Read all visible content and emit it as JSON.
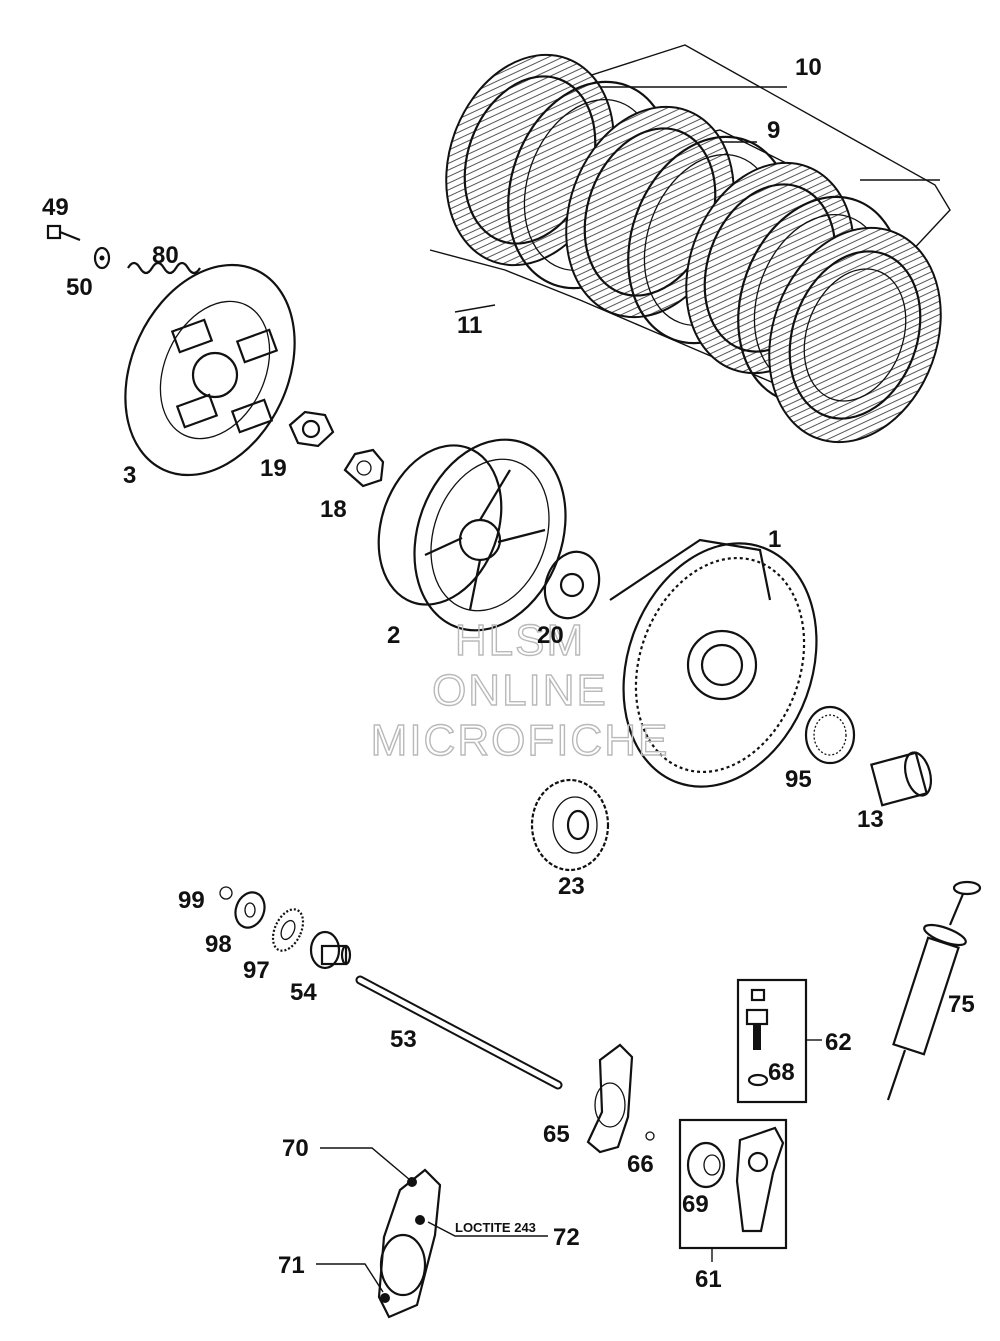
{
  "callouts": {
    "p10": "10",
    "p9": "9",
    "p11": "11",
    "p49": "49",
    "p50": "50",
    "p80": "80",
    "p3": "3",
    "p19": "19",
    "p18": "18",
    "p2": "2",
    "p20": "20",
    "p1": "1",
    "p95": "95",
    "p13": "13",
    "p23": "23",
    "p99": "99",
    "p98": "98",
    "p97": "97",
    "p54": "54",
    "p53": "53",
    "p75": "75",
    "p62": "62",
    "p68": "68",
    "p65": "65",
    "p66": "66",
    "p69": "69",
    "p61": "61",
    "p70": "70",
    "p71": "71",
    "p72": "72"
  },
  "note": {
    "loctite": "LOCTITE 243"
  },
  "watermark": {
    "line1": "HLSM",
    "line2": "ONLINE",
    "line3": "MICROFICHE"
  }
}
